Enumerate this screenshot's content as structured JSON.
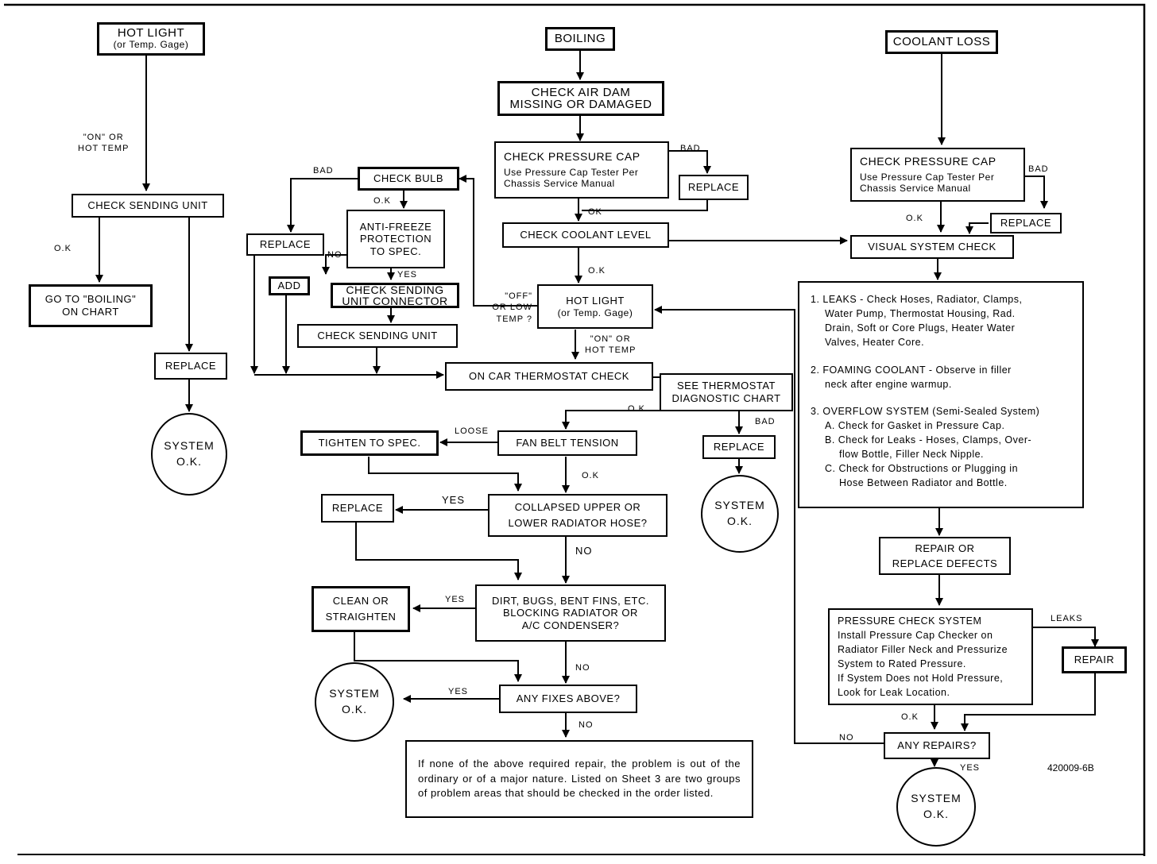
{
  "col1": {
    "hot_light_start": "HOT LIGHT",
    "hot_light_start_sub": "(or Temp. Gage)",
    "label_on_hot": [
      "\"ON\" OR",
      "HOT TEMP"
    ],
    "check_sending_unit": "CHECK SENDING UNIT",
    "label_ok": "O.K",
    "go_to_boiling": [
      "GO TO \"BOILING\"",
      "ON CHART"
    ],
    "replace": "REPLACE",
    "system_ok": [
      "SYSTEM",
      "O.K."
    ]
  },
  "col2": {
    "boiling": "BOILING",
    "check_air_dam": [
      "CHECK AIR DAM",
      "MISSING OR DAMAGED"
    ],
    "check_pressure_cap": "CHECK PRESSURE CAP",
    "check_pressure_cap_sub": [
      "Use Pressure Cap Tester Per",
      "Chassis Service Manual"
    ],
    "label_bad_cap": "BAD",
    "replace_cap": "REPLACE",
    "label_ok_cap": "OK",
    "check_coolant_level": "CHECK COOLANT LEVEL",
    "label_ok_level": "O.K",
    "check_bulb": "CHECK BULB",
    "label_bad_bulb": "BAD",
    "label_ok_bulb": "O.K",
    "replace_bulb": "REPLACE",
    "anti_freeze": [
      "ANTI-FREEZE",
      "PROTECTION",
      "TO SPEC."
    ],
    "label_no": "NO",
    "label_yes": "YES",
    "add": "ADD",
    "check_sending_connector": [
      "CHECK SENDING",
      "UNIT CONNECTOR"
    ],
    "check_sending_unit_2": "CHECK SENDING UNIT",
    "hot_light_mid": "HOT LIGHT",
    "hot_light_mid_sub": "(or Temp. Gage)",
    "label_off_low": [
      "\"OFF\"",
      "OR LOW",
      "TEMP ?"
    ],
    "label_on_hot_2": [
      "\"ON\" OR",
      "HOT TEMP"
    ],
    "on_car_thermostat": "ON CAR THERMOSTAT CHECK",
    "see_thermostat": [
      "SEE THERMOSTAT",
      "DIAGNOSTIC CHART"
    ],
    "label_ok_thermo": "O.K",
    "label_bad_thermo": "BAD",
    "replace_thermo": "REPLACE",
    "system_ok_thermo": [
      "SYSTEM",
      "O.K."
    ],
    "label_loose": "LOOSE",
    "tighten": "TIGHTEN TO SPEC.",
    "fan_belt": "FAN BELT TENSION",
    "label_ok_belt": "O.K",
    "replace_hose": "REPLACE",
    "label_yes_hose": "YES",
    "collapsed_hose": [
      "COLLAPSED UPPER OR",
      "LOWER RADIATOR HOSE?"
    ],
    "label_no_hose": "NO",
    "clean_straighten": [
      "CLEAN OR",
      "STRAIGHTEN"
    ],
    "label_yes_dirt": "YES",
    "dirt_bugs": [
      "DIRT, BUGS, BENT FINS, ETC.",
      "BLOCKING RADIATOR OR",
      "A/C CONDENSER?"
    ],
    "label_no_dirt": "NO",
    "system_ok_fixes": [
      "SYSTEM",
      "O.K."
    ],
    "label_yes_fixes": "YES",
    "any_fixes": "ANY FIXES ABOVE?",
    "label_no_fixes": "NO",
    "final_note": "If none of the above required repair, the problem is out of the ordinary or of a major nature. Listed on Sheet 3 are two groups of problem areas that should be checked in the order listed."
  },
  "col3": {
    "coolant_loss": "COOLANT LOSS",
    "check_pressure_cap": "CHECK PRESSURE CAP",
    "check_pressure_cap_sub": [
      "Use Pressure Cap Tester Per",
      "Chassis Service Manual"
    ],
    "label_bad": "BAD",
    "replace": "REPLACE",
    "label_ok": "O.K",
    "visual_system_check": "VISUAL SYSTEM CHECK",
    "checklist": {
      "leaks": [
        "1.  LEAKS - Check Hoses, Radiator, Clamps,",
        "Water Pump, Thermostat Housing, Rad.",
        "Drain, Soft or Core Plugs, Heater Water",
        "Valves, Heater Core."
      ],
      "foaming": [
        "2.  FOAMING COOLANT - Observe in filler",
        "neck after engine warmup."
      ],
      "overflow": [
        "3.  OVERFLOW SYSTEM (Semi-Sealed System)",
        "A. Check for Gasket in Pressure Cap.",
        "B. Check for Leaks - Hoses, Clamps, Over-",
        "flow Bottle, Filler Neck Nipple.",
        "C. Check for Obstructions or Plugging in",
        "Hose Between Radiator and Bottle."
      ]
    },
    "repair_defects": [
      "REPAIR OR",
      "REPLACE DEFECTS"
    ],
    "pressure_check": [
      "PRESSURE CHECK SYSTEM",
      "Install Pressure Cap Checker on",
      "Radiator Filler Neck and Pressurize",
      "System to Rated Pressure.",
      "If System Does not Hold Pressure,",
      "Look for Leak Location."
    ],
    "label_leaks": "LEAKS",
    "repair": "REPAIR",
    "label_ok_repairs": "O.K",
    "any_repairs": "ANY REPAIRS?",
    "label_no_repairs": "NO",
    "label_yes_repairs": "YES",
    "system_ok": [
      "SYSTEM",
      "O.K."
    ]
  },
  "ref_number": "420009-6B"
}
